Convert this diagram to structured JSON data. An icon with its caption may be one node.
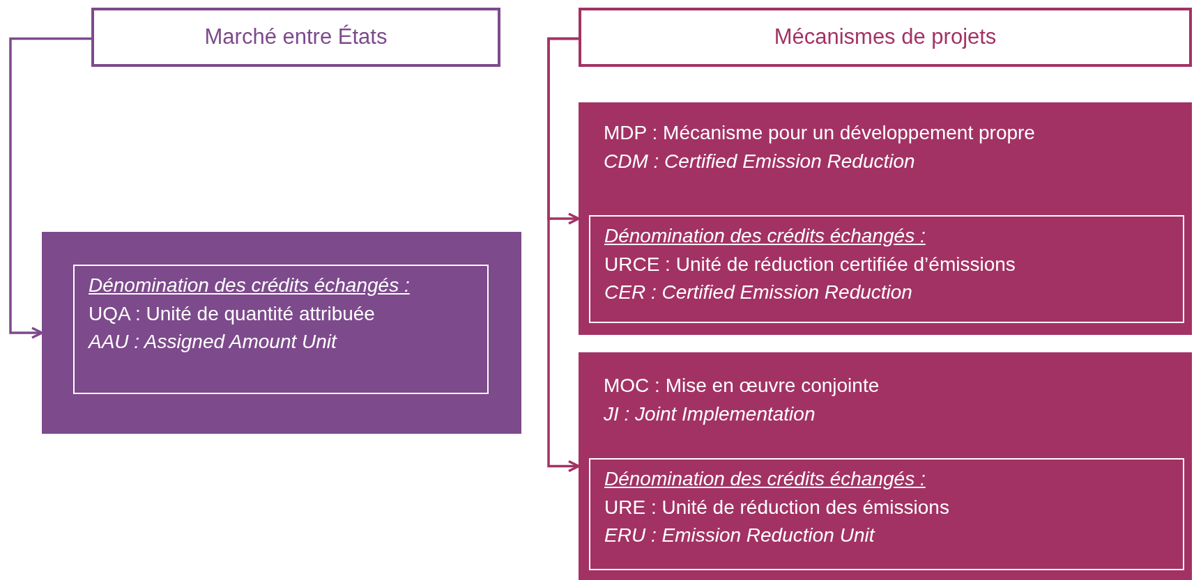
{
  "diagram": {
    "nodes": [
      {
        "text": [
          "Marché entre États"
        ]
      },
      {
        "text": [],
        "shape": "box"
      },
      {
        "text": [
          "Dénomination des crédits échangés :",
          "UQA : Unité de quantité attribuée",
          "AAU : Assigned Amount Unit"
        ],
        "in": 1
      },
      {
        "text": [
          "Mécanismes de projets"
        ]
      },
      {
        "text": [
          "MDP : Mécanisme pour un développement propre",
          "CDM : Certified Emission Reduction"
        ]
      },
      {
        "text": [
          "Dénomination des crédits échangés :",
          "URCE : Unité de réduction certifiée d’émissions",
          "CER : Certified Emission Reduction"
        ],
        "in": 4
      },
      {
        "text": [
          "MOC : Mise en œuvre conjointe",
          "JI : Joint Implementation"
        ]
      },
      {
        "text": [
          "Dénomination des crédits échangés :",
          "URE : Unité de réduction des émissions",
          "ERU : Emission Reduction Unit"
        ],
        "in": 6
      }
    ],
    "edges": [
      {
        "from": 0,
        "to": 1,
        "arrow": "to",
        "color": "#7d4a8c"
      },
      {
        "from": 3,
        "to": 4,
        "arrow": "to"
      },
      {
        "from": 3,
        "to": 6,
        "arrow": "to"
      }
    ]
  }
}
